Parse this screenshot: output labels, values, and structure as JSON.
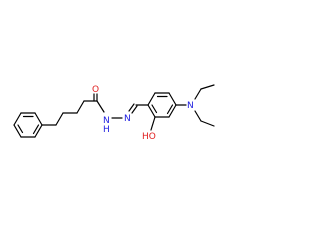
{
  "molecule": {
    "labels": {
      "carbonyl_oxygen": "O",
      "amide_nh": "N",
      "amide_h": "H",
      "imine_n": "N",
      "amine_n": "N",
      "hydroxyl": "HO"
    },
    "colors": {
      "carbon": "#000000",
      "nitrogen": "#2020e0",
      "oxygen": "#e02020",
      "background": "#ffffff"
    }
  }
}
